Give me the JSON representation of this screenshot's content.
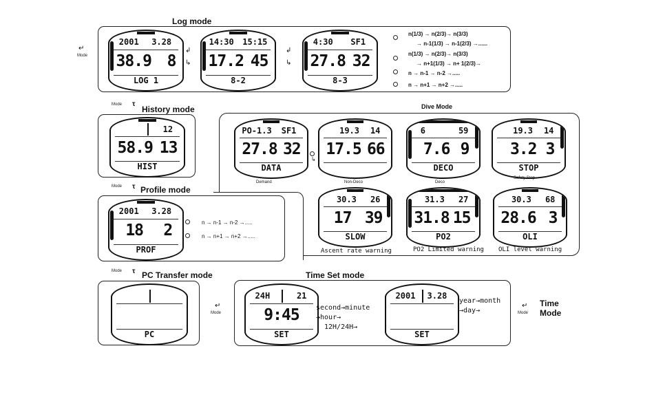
{
  "modes": {
    "log": "Log mode",
    "history": "History mode",
    "profile": "Profile mode",
    "pc": "PC Transfer mode",
    "dive": "Dive Mode",
    "timeset": "Time Set mode",
    "time": "Time Mode"
  },
  "mode_small": "Mode",
  "log_lcds": [
    {
      "top_l": "2001",
      "top_r": "3.28",
      "main_l": "38.9",
      "main_r": "8",
      "bottom": "LOG 1"
    },
    {
      "top_l": "14:30",
      "top_r": "15:15",
      "main_l": "17.2",
      "main_r": "45",
      "bottom": "8-2"
    },
    {
      "top_l": "4:30",
      "top_r": "SF1",
      "main_l": "27.8",
      "main_r": "32",
      "bottom": "8-3"
    }
  ],
  "log_seq": [
    "n(1/3) → n(2/3)→ n(3/3)",
    "→ n-1(1/3) → n-1(2/3) →......",
    "n(1/3) → n(2/3)→ n(3/3)",
    "→ n+1(1/3) → n+ 1(2/3)→",
    "n → n-1 → n-2 →.....",
    "n → n+1 → n+2 →....."
  ],
  "history_lcd": {
    "top_r": "12",
    "main_l": "58.9",
    "main_r": "13",
    "bottom": "HIST"
  },
  "profile_lcd": {
    "top_l": "2001",
    "top_r": "3.28",
    "main_l": "18",
    "main_r": "2",
    "bottom": "PROF"
  },
  "profile_seq": [
    "n → n-1 → n-2 →.....",
    "n → n+1 → n+2 →....."
  ],
  "dive_lcds": [
    {
      "top_l": "PO-1.3",
      "top_r": "SF1",
      "main_l": "27.8",
      "main_r": "32",
      "bottom": "DATA",
      "caption": "Demand"
    },
    {
      "top_l": "19.3",
      "top_r": "14",
      "main_l": "17.5",
      "main_r": "66",
      "bottom": "",
      "caption": "Non-Deco"
    },
    {
      "top_l": "6",
      "top_r": "59",
      "main_l": "7.6",
      "main_r": "9",
      "bottom": "DECO",
      "caption": "Deco"
    },
    {
      "top_l": "19.3",
      "top_r": "14",
      "main_l": "3.2",
      "main_r": "3",
      "bottom": "STOP",
      "caption": "Safety Stop"
    },
    {
      "top_l": "30.3",
      "top_r": "26",
      "main_l": "17",
      "main_r": "39",
      "bottom": "SLOW",
      "caption": "Ascent rate warning"
    },
    {
      "top_l": "31.3",
      "top_r": "27",
      "main_l": "31.8",
      "main_r": "15",
      "bottom": "PO2",
      "caption": "PO2 Limited warning"
    },
    {
      "top_l": "30.3",
      "top_r": "68",
      "main_l": "28.6",
      "main_r": "3",
      "bottom": "OLI",
      "caption": "OLI level warning"
    }
  ],
  "pc_lcd": {
    "bottom": "PC"
  },
  "timeset_lcds": [
    {
      "top_l": "24H",
      "top_r": "21",
      "main": "9:45",
      "bottom": "SET"
    },
    {
      "top_l": "2001",
      "top_r": "3.28",
      "main": "",
      "bottom": "SET"
    }
  ],
  "timeset_notes": {
    "seq1": [
      "second→minute",
      "→hour→",
      "12H/24H→"
    ],
    "seq2": [
      "year→month",
      "→day→"
    ]
  },
  "icons": {
    "mode_button": "hook-arrow-icon",
    "timer": "tau-icon"
  }
}
